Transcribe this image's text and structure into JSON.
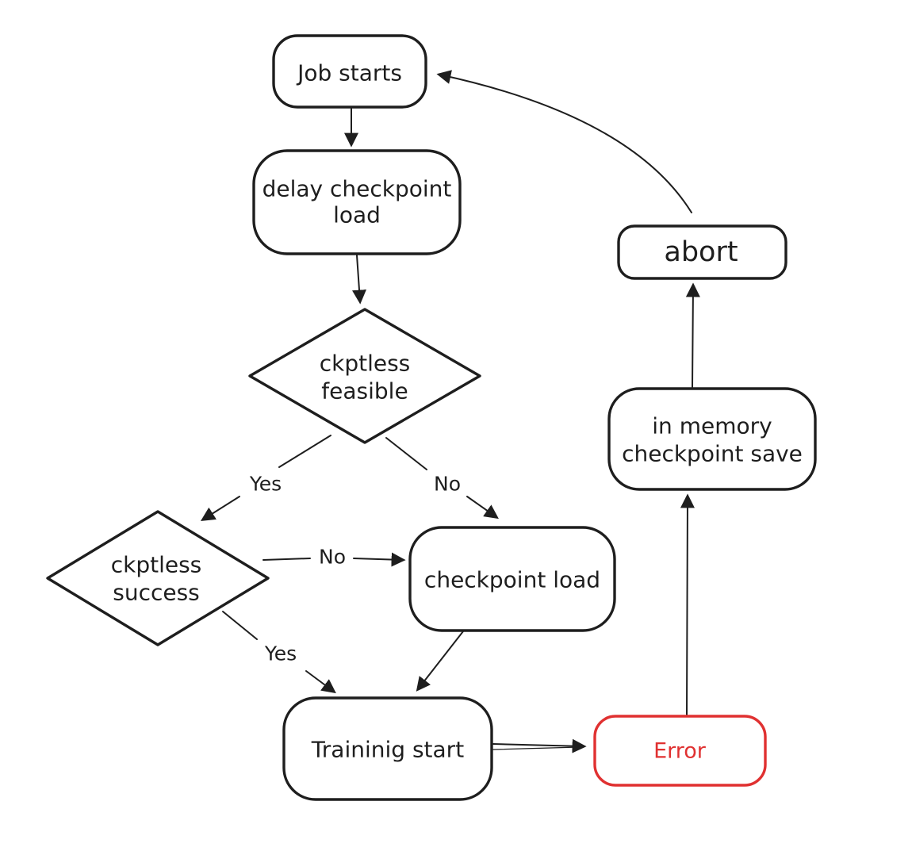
{
  "diagram": {
    "type": "flowchart",
    "style": "hand-drawn",
    "colors": {
      "background": "#ffffff",
      "stroke": "#1e1e1e",
      "error_accent": "#e03131"
    },
    "nodes": {
      "job_starts": {
        "label": "Job starts",
        "shape": "rounded-rect"
      },
      "delay_checkpoint_load": {
        "line1": "delay checkpoint",
        "line2": "load",
        "shape": "rounded-rect"
      },
      "ckptless_feasible": {
        "line1": "ckptless",
        "line2": "feasible",
        "shape": "diamond"
      },
      "ckptless_success": {
        "line1": "ckptless",
        "line2": "success",
        "shape": "diamond"
      },
      "checkpoint_load": {
        "label": "checkpoint load",
        "shape": "rounded-rect"
      },
      "training_start": {
        "label": "Traininig start",
        "shape": "rounded-rect"
      },
      "error": {
        "label": "Error",
        "shape": "rounded-rect",
        "color": "#e03131"
      },
      "in_memory_checkpoint_save": {
        "line1": "in memory",
        "line2": "checkpoint save",
        "shape": "rounded-rect"
      },
      "abort": {
        "label": "abort",
        "shape": "rounded-rect"
      }
    },
    "edge_labels": {
      "feasible_yes": "Yes",
      "feasible_no": "No",
      "success_no": "No",
      "success_yes": "Yes"
    },
    "edges": [
      "Job starts -> delay checkpoint load",
      "delay checkpoint load -> ckptless feasible",
      "ckptless feasible -Yes-> ckptless success",
      "ckptless feasible -No-> checkpoint load",
      "ckptless success -No-> checkpoint load",
      "ckptless success -Yes-> Traininig start",
      "checkpoint load -> Traininig start",
      "Traininig start -> Error",
      "Error -> in memory checkpoint save",
      "in memory checkpoint save -> abort",
      "abort -> Job starts"
    ]
  }
}
